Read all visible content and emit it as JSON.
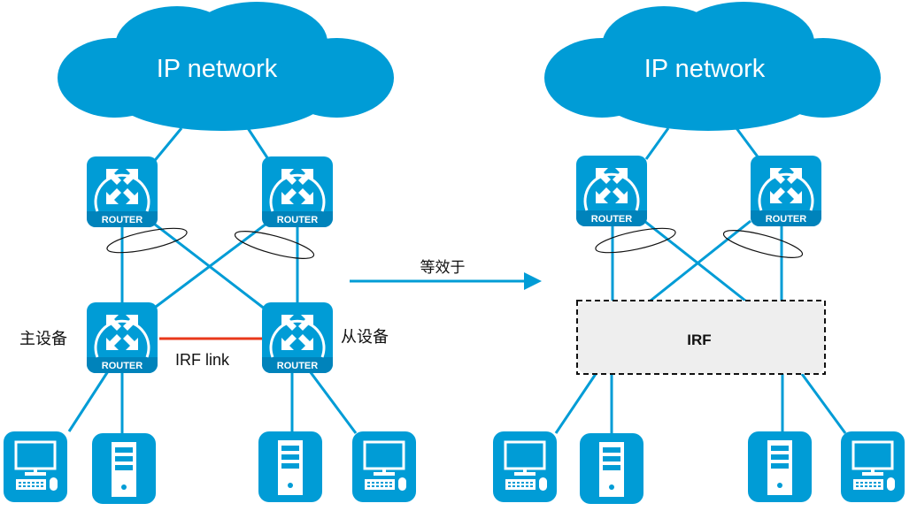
{
  "colors": {
    "accent": "#009CD6",
    "router_band": "#0083BB",
    "irf_link": "#E8381B",
    "irf_box_fill": "#EEEEEE",
    "text": "#111111"
  },
  "left": {
    "cloud_label": "IP network",
    "routers": [
      {
        "id": "top-left",
        "label": "ROUTER"
      },
      {
        "id": "top-right",
        "label": "ROUTER"
      },
      {
        "id": "master",
        "label": "ROUTER",
        "role": "主设备"
      },
      {
        "id": "slave",
        "label": "ROUTER",
        "role": "从设备"
      }
    ],
    "irf_link_label": "IRF link",
    "endpoints": [
      "pc",
      "server",
      "server",
      "pc"
    ]
  },
  "arrow_label": "等效于",
  "right": {
    "cloud_label": "IP network",
    "routers": [
      {
        "id": "top-left",
        "label": "ROUTER"
      },
      {
        "id": "top-right",
        "label": "ROUTER"
      }
    ],
    "irf_box_label": "IRF",
    "endpoints": [
      "pc",
      "server",
      "server",
      "pc"
    ]
  }
}
